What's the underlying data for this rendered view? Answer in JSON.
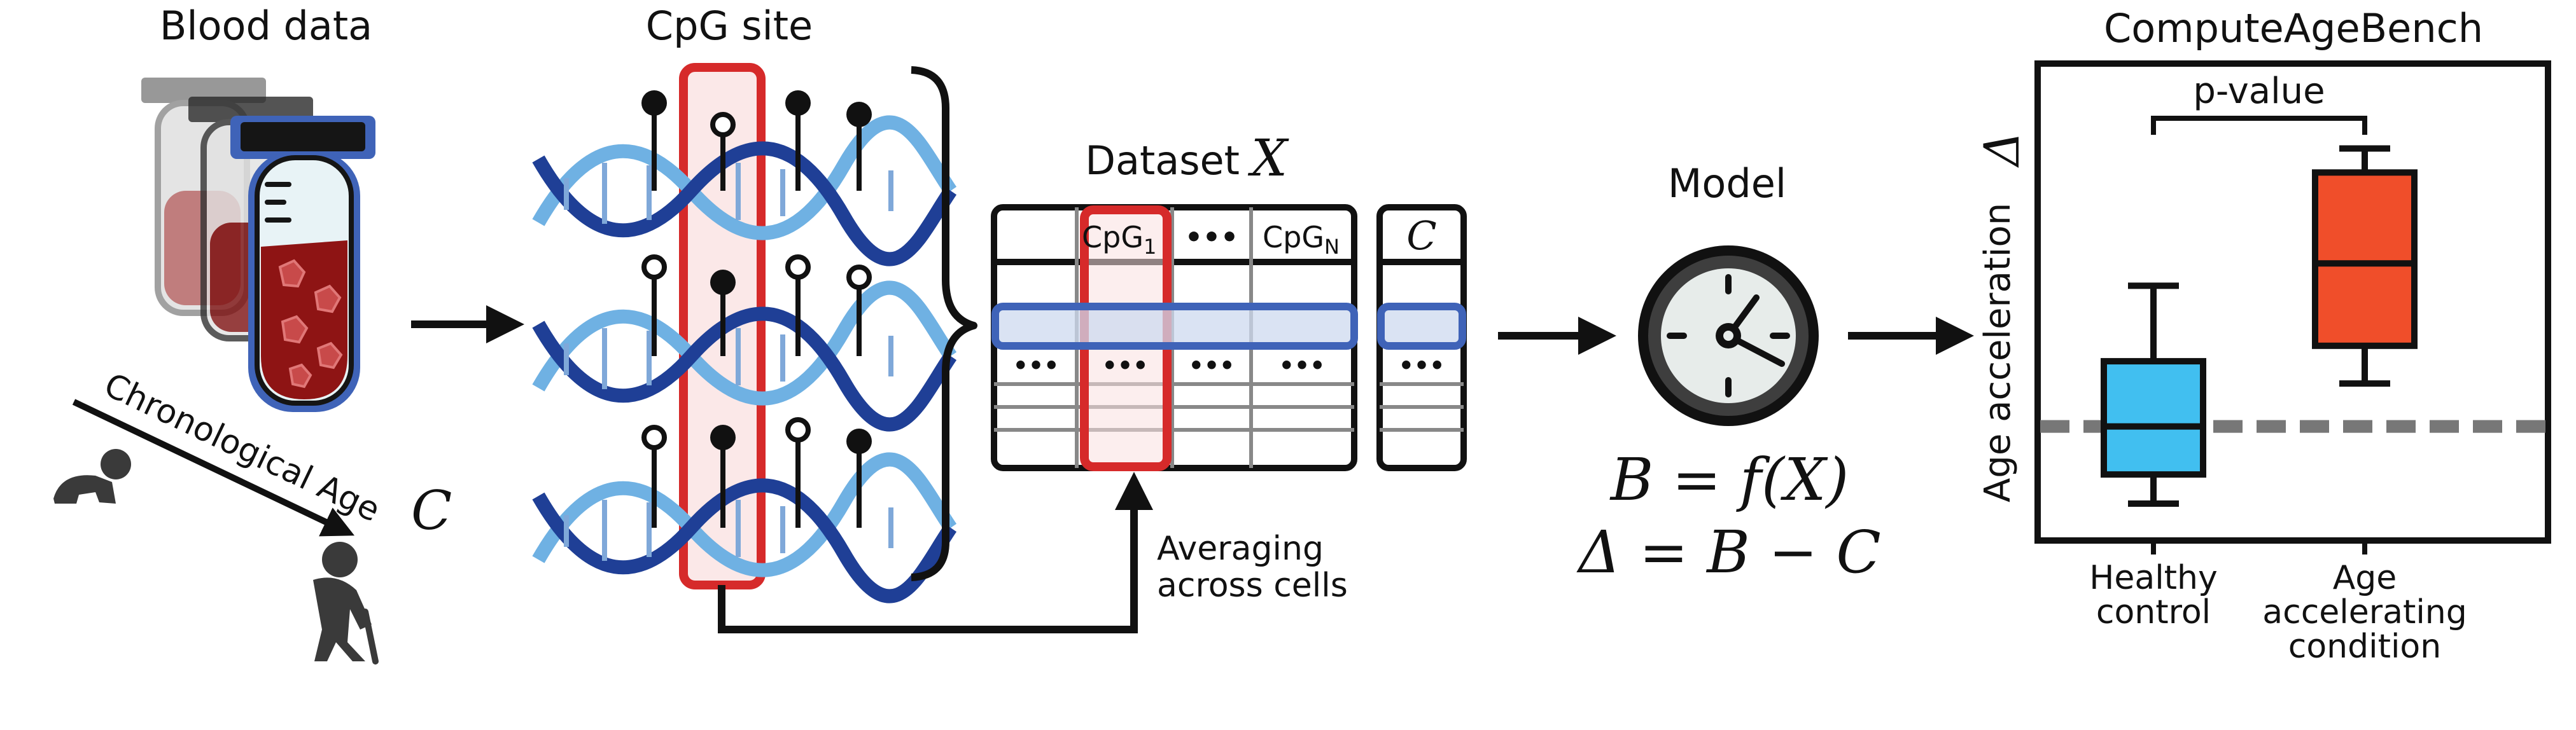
{
  "panels": {
    "blood": {
      "title": "Blood data",
      "age_axis_label": "Chronological Age",
      "age_symbol": "C"
    },
    "cpg": {
      "title": "CpG site"
    },
    "dataset": {
      "title": "Dataset",
      "symbol": "X",
      "col_first": "CpG",
      "col_first_sub": "1",
      "col_ellipsis": "•••",
      "col_last": "CpG",
      "col_last_sub": "N",
      "c_header": "C",
      "row_ellipsis": "•••",
      "averaging_line1": "Averaging",
      "averaging_line2": "across cells"
    },
    "model": {
      "title": "Model",
      "eq1": "B = f(X)",
      "eq2": "Δ = B − C"
    },
    "bench": {
      "title": "ComputeAgeBench",
      "ylabel": "Age acceleration",
      "ysymbol": "Δ",
      "pvalue": "p-value"
    }
  },
  "chart_data": {
    "type": "box",
    "title": "ComputeAgeBench",
    "ylabel": "Age acceleration Δ",
    "categories": [
      "Healthy control",
      "Age accelerating condition"
    ],
    "category_lines": [
      [
        "Healthy",
        "control"
      ],
      [
        "Age",
        "accelerating",
        "condition"
      ]
    ],
    "boxes": [
      {
        "category": "Healthy control",
        "min": -0.45,
        "q1": -0.28,
        "median": 0.0,
        "q3": 0.38,
        "max": 0.82,
        "color": "#41bff0"
      },
      {
        "category": "Age accelerating condition",
        "min": 0.25,
        "q1": 0.47,
        "median": 0.95,
        "q3": 1.48,
        "max": 1.62,
        "color": "#f04e2a"
      }
    ],
    "reference_line": 0,
    "ylim": [
      -0.65,
      2.1
    ],
    "annotation": "p-value"
  },
  "colors": {
    "ink": "#111111",
    "highlight_red": "#d62a2a",
    "highlight_blue": "#3f63b8",
    "dna_dark": "#1f3f96",
    "dna_light": "#6fb1e3",
    "blood": "#8e1414",
    "clock_face": "#e7ecea",
    "gray": "#777777"
  }
}
